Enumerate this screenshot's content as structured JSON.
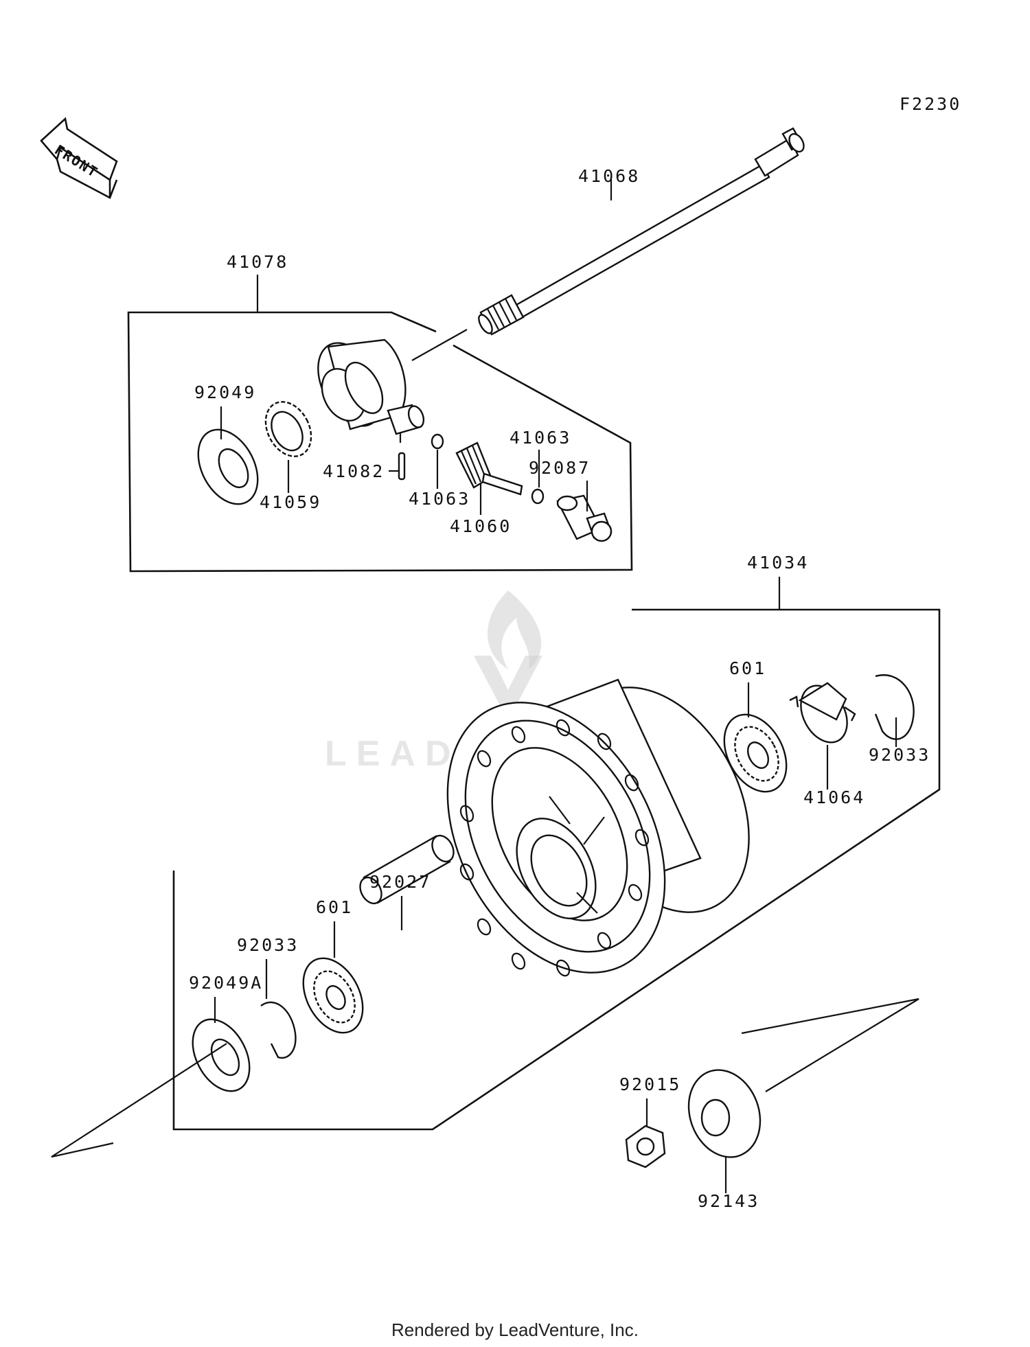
{
  "diagram_code": "F2230",
  "direction_label": "FRONT",
  "footer": "Rendered by LeadVenture, Inc.",
  "watermark": "LEADVENTURE",
  "parts": {
    "p41068": "41068",
    "p41078": "41078",
    "p92049": "92049",
    "p41059": "41059",
    "p41082": "41082",
    "p41063a": "41063",
    "p41063b": "41063",
    "p41060": "41060",
    "p92087": "92087",
    "p41034": "41034",
    "p601a": "601",
    "p92033a": "92033",
    "p41064": "41064",
    "p92027": "92027",
    "p601b": "601",
    "p92033b": "92033",
    "p92049A": "92049A",
    "p92015": "92015",
    "p92143": "92143"
  }
}
